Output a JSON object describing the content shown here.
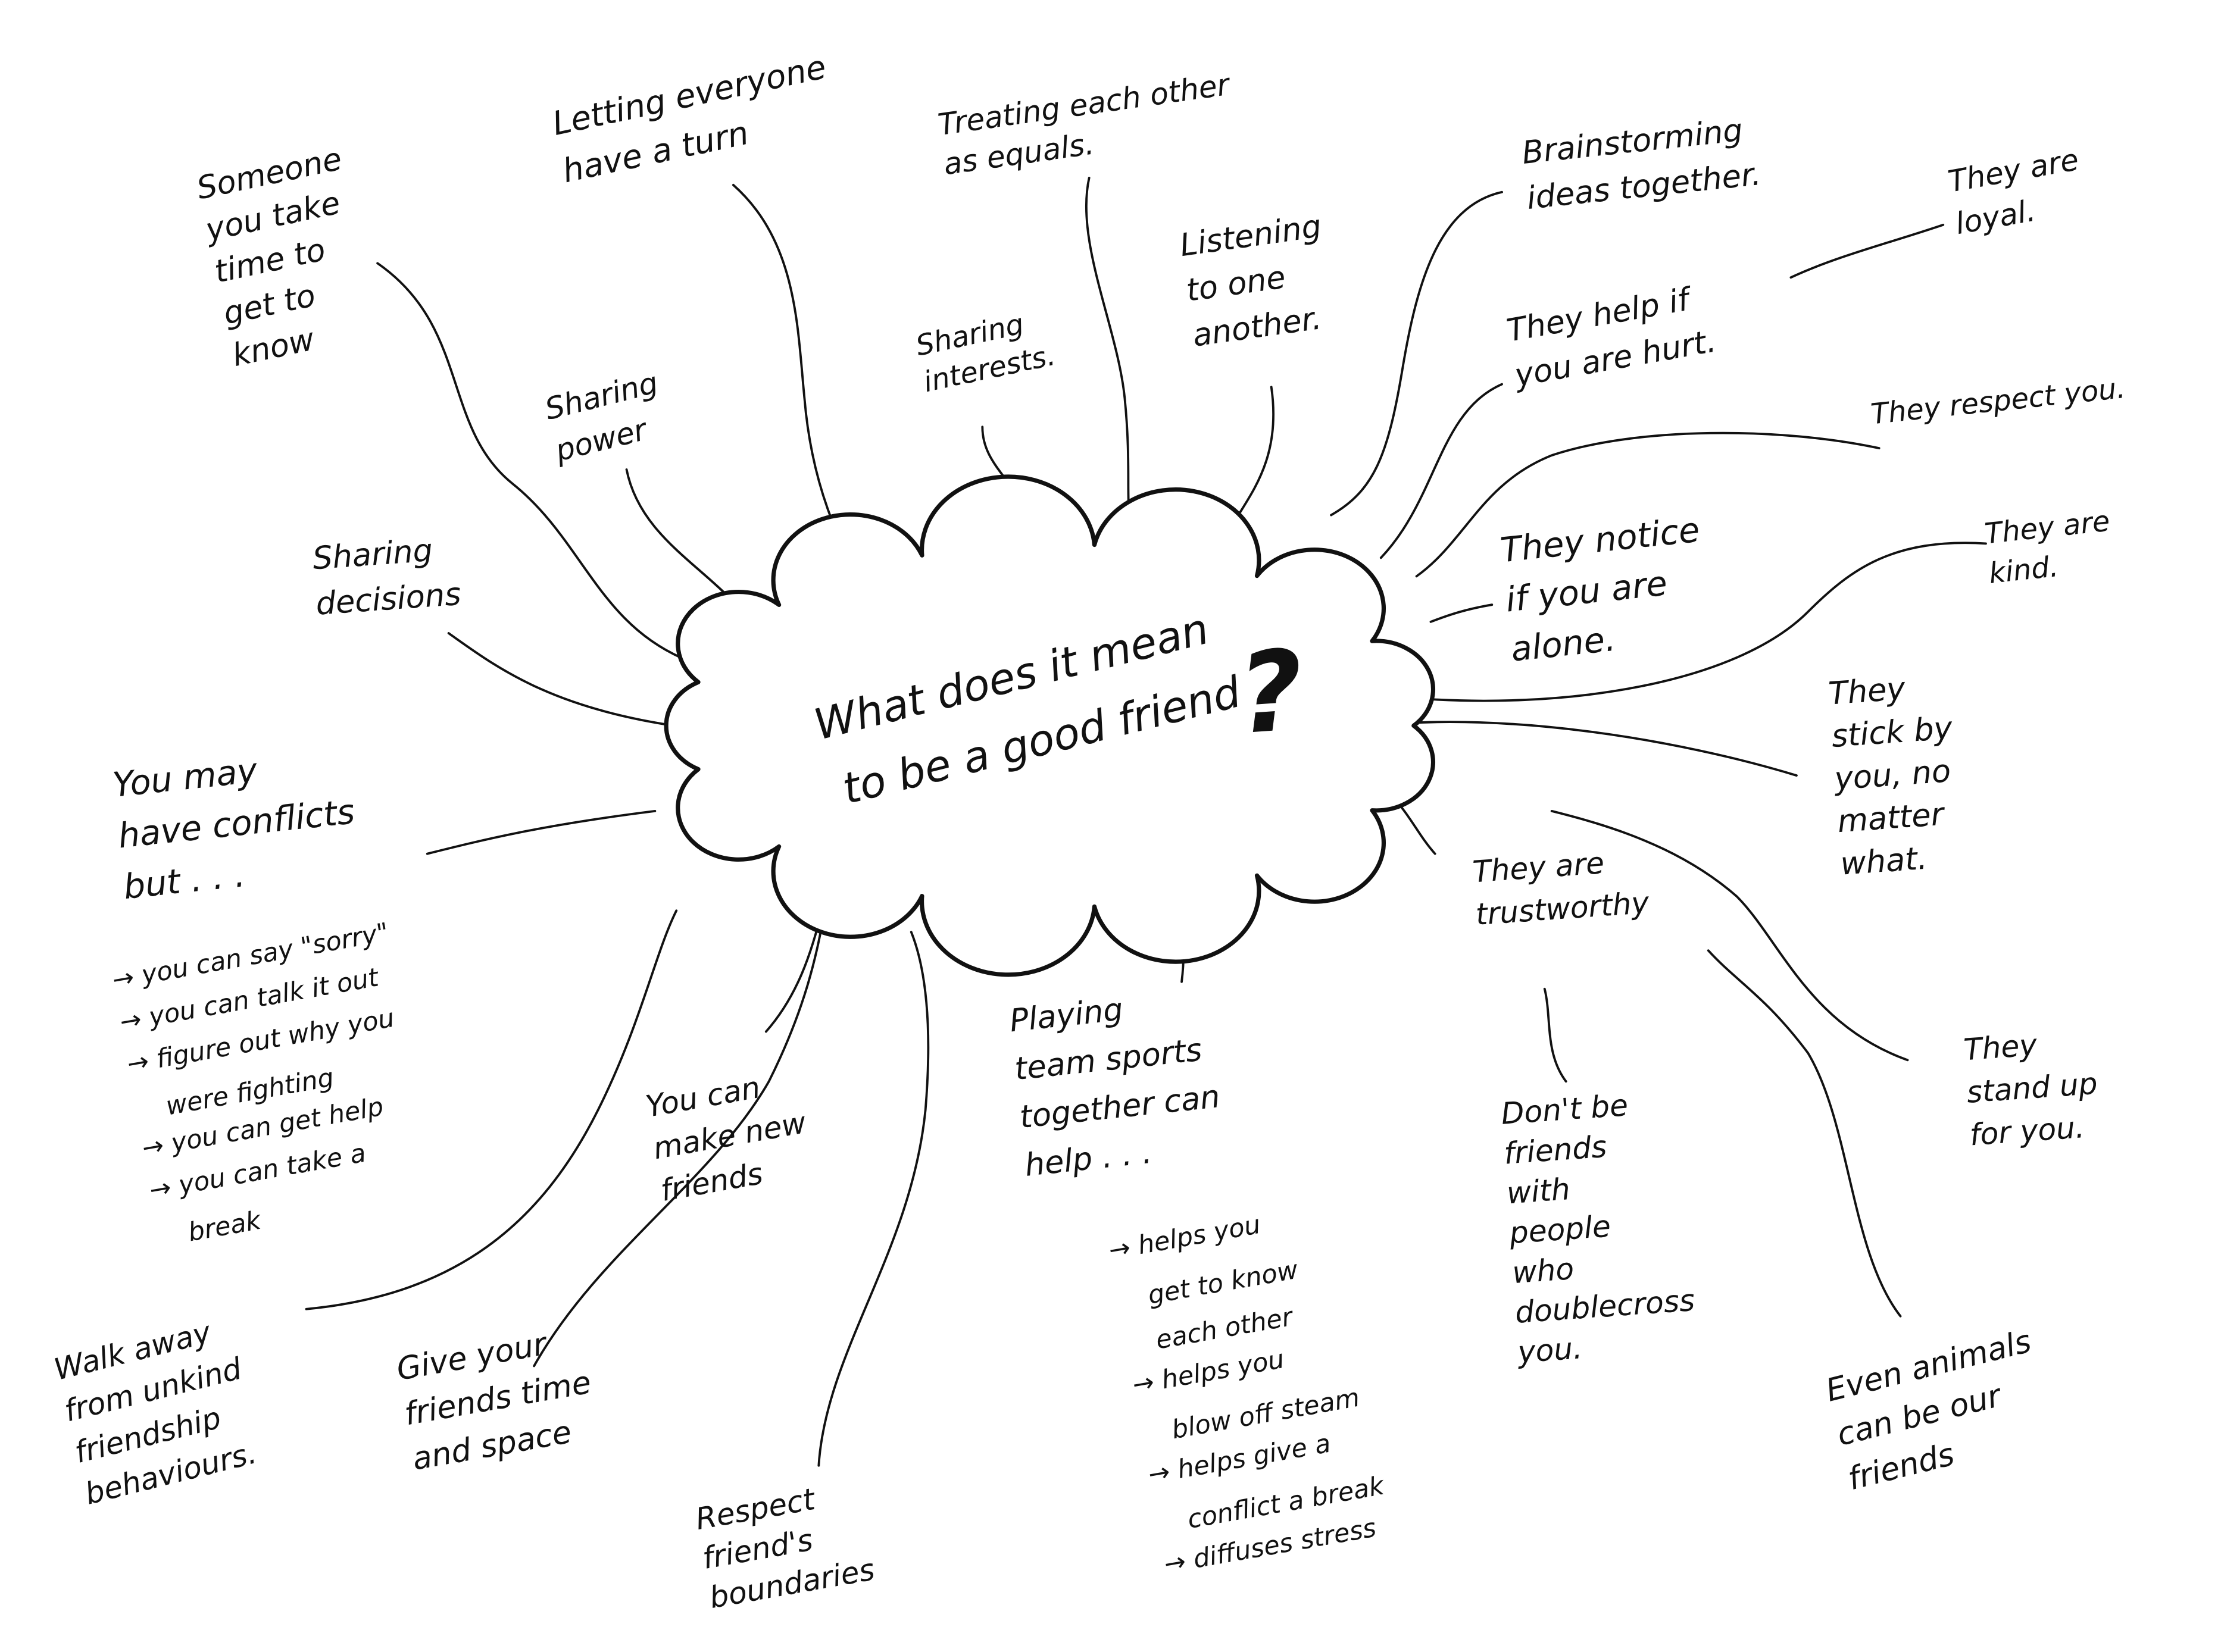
{
  "center": {
    "lines": [
      "What does it mean",
      "to be a good friend",
      "?"
    ]
  },
  "nodes": {
    "someone": [
      "Someone",
      "you take",
      "time to",
      "get to",
      "know"
    ],
    "letting": [
      "Letting everyone",
      "have a turn"
    ],
    "treating": [
      "Treating each other",
      "as equals."
    ],
    "brainstorming": [
      "Brainstorming",
      "ideas together."
    ],
    "loyal": [
      "They are",
      "loyal."
    ],
    "listening": [
      "Listening",
      "to one",
      "another."
    ],
    "interests": [
      "Sharing",
      "interests."
    ],
    "power": [
      "Sharing",
      "power"
    ],
    "hurt": [
      "They help if",
      "you are hurt."
    ],
    "respect": [
      "They respect you."
    ],
    "decisions": [
      "Sharing",
      "decisions"
    ],
    "notice": [
      "They notice",
      "if you are",
      "alone."
    ],
    "kind": [
      "They are",
      "kind."
    ],
    "stick": [
      "They",
      "stick by",
      "you, no",
      "matter",
      "what."
    ],
    "conflicts": [
      "You may",
      "have conflicts",
      "but . . ."
    ],
    "conflict_items": [
      "→ you can say \"sorry\"",
      "→ you can talk it out",
      "→ figure out why you",
      "were fighting",
      "→ you can get help",
      "→ you can take a",
      "break"
    ],
    "trustworthy": [
      "They are",
      "trustworthy"
    ],
    "newfriends": [
      "You can",
      "make new",
      "friends"
    ],
    "sports": [
      "Playing",
      "team sports",
      "together can",
      "help . . ."
    ],
    "sports_items": [
      "→ helps you",
      "get to know",
      "each other",
      "→ helps you",
      "blow off steam",
      "→ helps give a",
      "conflict a break",
      "→ diffuses stress"
    ],
    "doublecross": [
      "Don't be",
      "friends",
      "with",
      "people",
      "who",
      "doublecross",
      "you."
    ],
    "standup": [
      "They",
      "stand up",
      "for you."
    ],
    "walkaway": [
      "Walk away",
      "from unkind",
      "friendship",
      "behaviours."
    ],
    "timespace": [
      "Give your",
      "friends time",
      "and space"
    ],
    "boundaries": [
      "Respect",
      "friend's",
      "boundaries"
    ],
    "animals": [
      "Even animals",
      "can be our",
      "friends"
    ]
  }
}
